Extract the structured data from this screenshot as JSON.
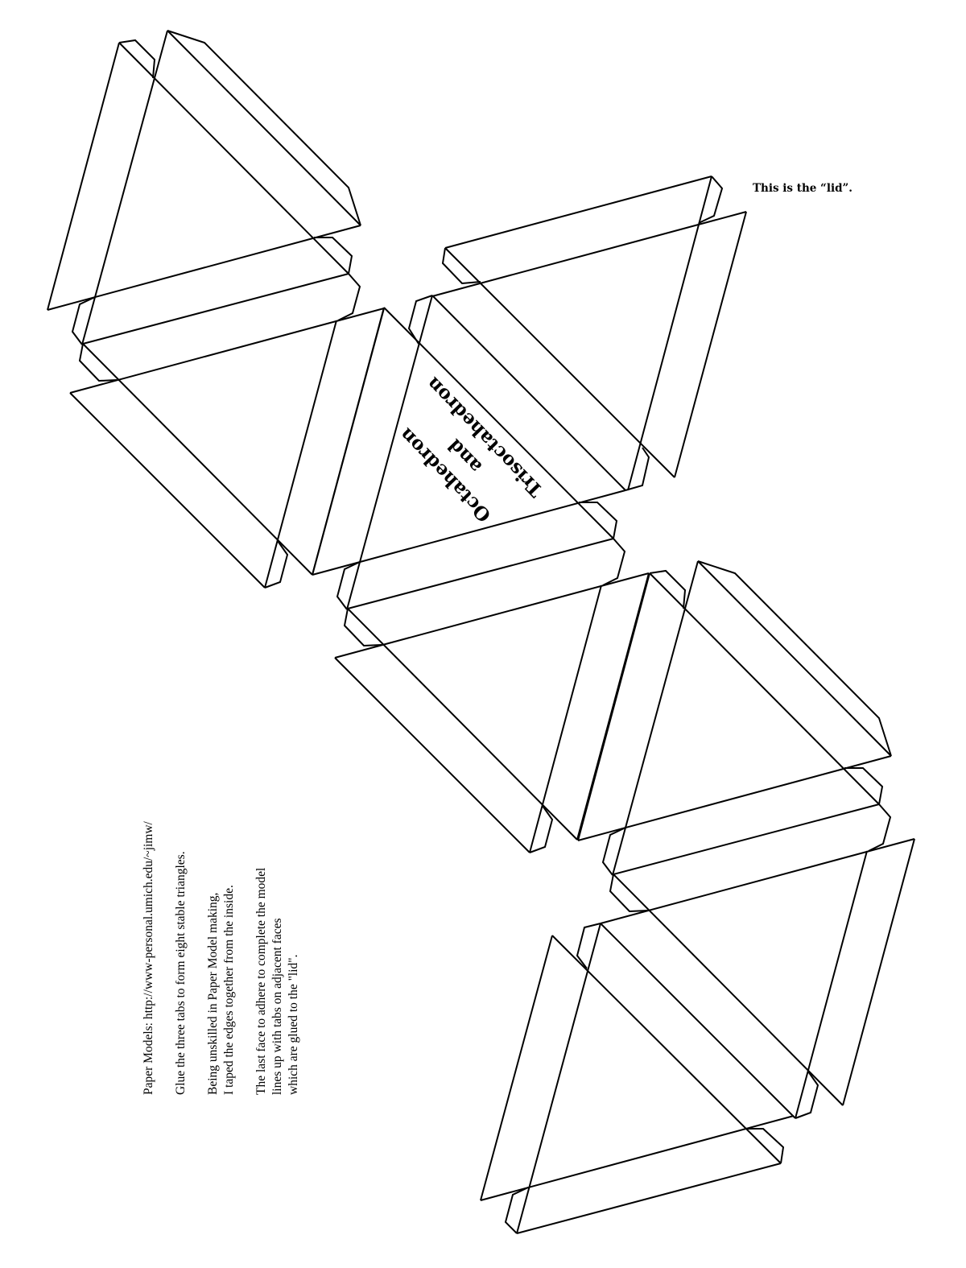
{
  "colors": {
    "line": "#000000",
    "background": "#ffffff"
  },
  "title": {
    "line1": "Octahedron",
    "line2": "and",
    "line3": "Trisoctahedron"
  },
  "lid_label": "This is the “lid”.",
  "notes": {
    "source": "Paper Models: http://www-personal.umich.edu/~jimw/",
    "glue": "Glue the three tabs to form eight stable triangles.",
    "taped_1": "Being unskilled in Paper Model making,",
    "taped_2": "I taped the edges together from the inside.",
    "last_1": "The last face to adhere to complete the model",
    "last_2": "lines up with tabs on adjacent faces",
    "last_3": "which are glued to the \"lid\"."
  }
}
